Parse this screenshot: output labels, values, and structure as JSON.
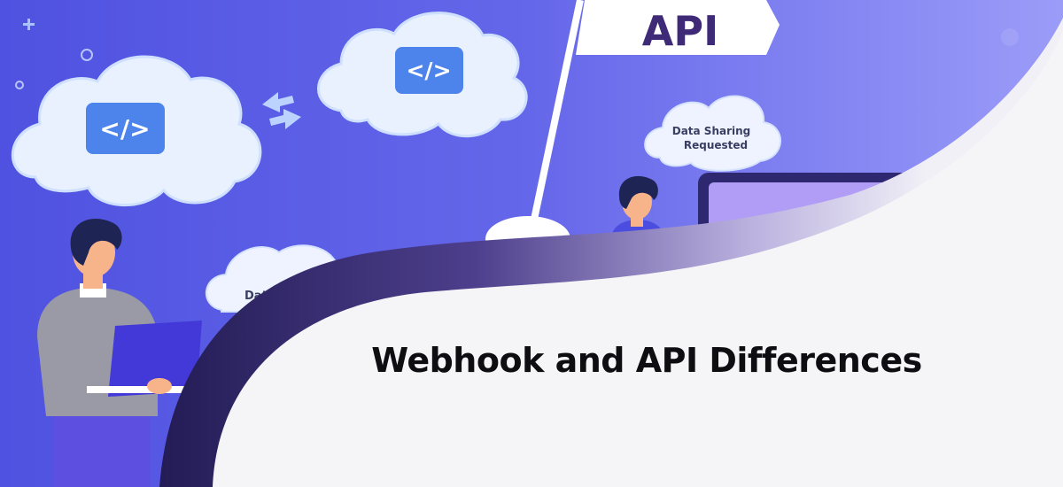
{
  "banner": {
    "headline": "Webhook and API Differences",
    "flag_label": "API",
    "cloud_label_right": "Data Sharing\nRequested",
    "cloud_label_right_line1": "Data Sharing",
    "cloud_label_right_line2": "Requested",
    "cloud_label_left_partial": "Dat",
    "code_icon_symbol": "</>"
  },
  "colors": {
    "background_top": "#5b5ee6",
    "background_light": "#8f90f7",
    "swoosh_dark": "#2a235e",
    "page_bg": "#f5f5f7",
    "code_badge": "#4c84ec",
    "flag_text": "#3f2a78",
    "headline_text": "#0d0d12"
  },
  "icons": [
    "code-icon",
    "sync-arrows-icon",
    "plus-icon",
    "ring-icon"
  ]
}
